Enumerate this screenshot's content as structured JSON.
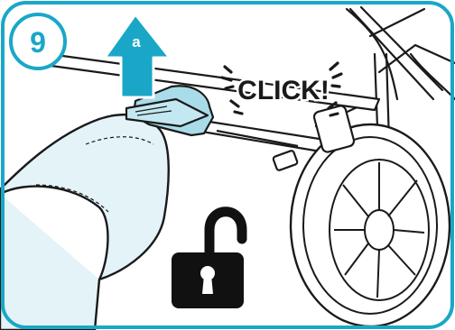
{
  "step": {
    "number": "9"
  },
  "arrow": {
    "label": "a"
  },
  "sound": {
    "text": "CLICK!"
  },
  "icons": [
    "pedal-icon",
    "unlock-padlock-icon",
    "up-arrow-icon",
    "click-burst-icon"
  ],
  "colors": {
    "frame": "#1aa7c7",
    "line": "#1a1a1a",
    "pedal": "#a9dce9",
    "shoe": "#e4f3f7",
    "wheel_fill": "#ffffff"
  }
}
